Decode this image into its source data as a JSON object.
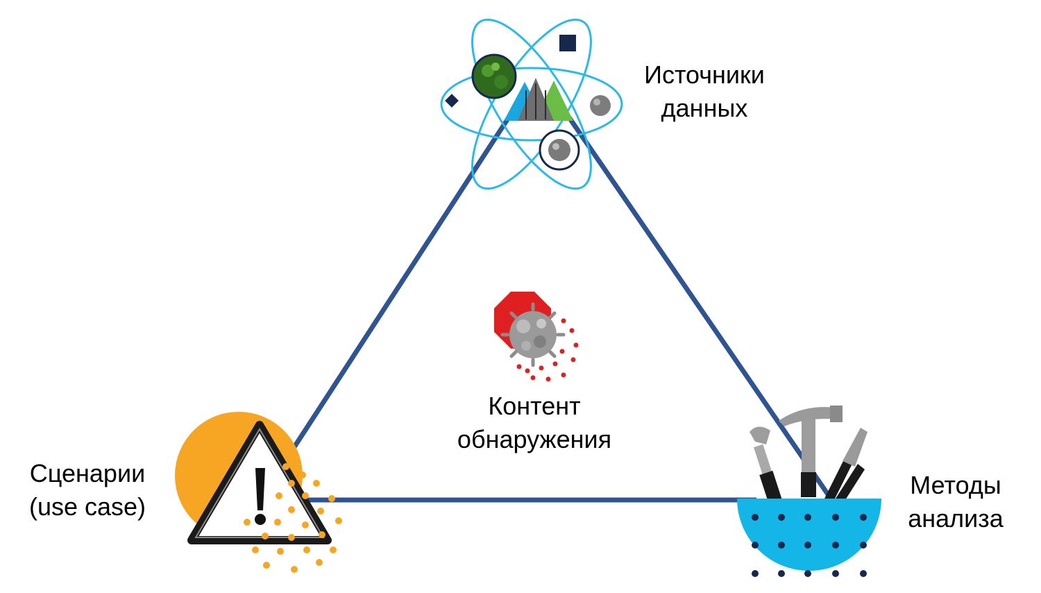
{
  "colors": {
    "triangle": "#2f5493",
    "orbit": "#29b9ea",
    "navy": "#16284b",
    "green": "#6abd45",
    "cyan_accent": "#1aa7e0",
    "orange": "#f6a623",
    "red": "#e02020",
    "bowl": "#13b6e6"
  },
  "nodes": {
    "sources": {
      "lines": [
        "Источники",
        "данных"
      ],
      "icon": "atom-data-sources-icon"
    },
    "content": {
      "lines": [
        "Контент",
        "обнаружения"
      ],
      "icon": "virus-stop-icon"
    },
    "scenarios": {
      "lines": [
        "Сценарии",
        "(use case)"
      ],
      "icon": "warning-sign-icon"
    },
    "methods": {
      "lines": [
        "Методы",
        "анализа"
      ],
      "icon": "tools-bowl-icon"
    }
  }
}
